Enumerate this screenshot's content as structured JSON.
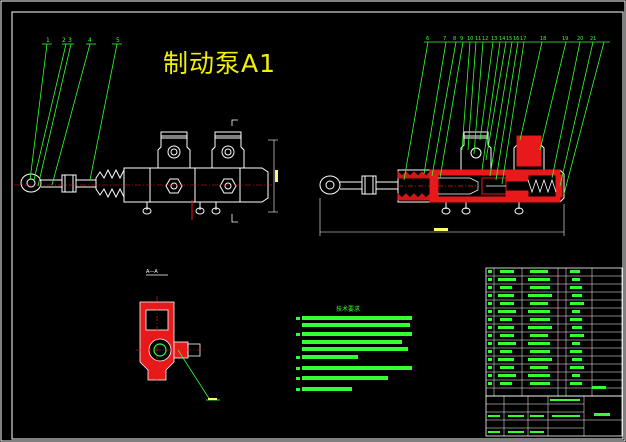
{
  "drawing": {
    "title": "制动泵A1",
    "view_label": "A—A",
    "notes_title": "技术要求",
    "balloons_left": [
      "1",
      "2",
      "3",
      "4",
      "5"
    ],
    "balloons_right": [
      "6",
      "7",
      "8",
      "9",
      "10",
      "11",
      "12",
      "13",
      "14",
      "15",
      "16",
      "17",
      "18",
      "19",
      "20",
      "21"
    ]
  },
  "colors": {
    "background": "#000000",
    "outline": "#ffffff",
    "leader": "#33ff33",
    "section_red": "#e8191a",
    "title": "#f2f200",
    "frame": "#ffffff"
  }
}
